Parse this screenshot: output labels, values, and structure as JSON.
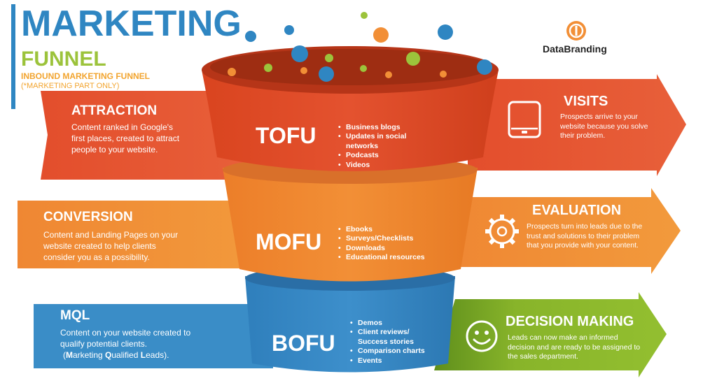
{
  "header": {
    "title": "MARKETING",
    "funnel_word": "FUNNEL",
    "subtitle": "INBOUND MARKETING FUNNEL",
    "note": "(*MARKETING PART ONLY)"
  },
  "brand": {
    "name": "DataBranding",
    "logo_icon": "databranding-logo-icon"
  },
  "left_stages": [
    {
      "title": "ATTRACTION",
      "desc_lines": [
        "Content ranked in Google's",
        "first places, created to attract",
        "people to your website."
      ]
    },
    {
      "title": "CONVERSION",
      "desc_lines": [
        "Content and Landing Pages on your",
        "website created to help clients",
        "consider you as a possibility."
      ]
    },
    {
      "title": "MQL",
      "desc_lines": [
        "Content on your website created to",
        "qualify potential clients."
      ],
      "desc_last": [
        "(",
        "M",
        "arketing ",
        "Q",
        "ualified ",
        "L",
        "eads)."
      ]
    }
  ],
  "funnel": [
    {
      "label": "TOFU",
      "items": [
        "Business blogs",
        "Updates in social",
        "networks",
        "Podcasts",
        "Videos"
      ]
    },
    {
      "label": "MOFU",
      "items": [
        "Ebooks",
        "Surveys/Checklists",
        "Downloads",
        "Educational resources"
      ]
    },
    {
      "label": "BOFU",
      "items": [
        "Demos",
        "Client reviews/",
        "Success stories",
        "Comparison charts",
        "Events"
      ]
    }
  ],
  "right_stages": [
    {
      "title": "VISITS",
      "icon": "tablet-icon",
      "desc_lines": [
        "Prospects arrive to your",
        "website because you solve",
        "their problem."
      ]
    },
    {
      "title": "EVALUATION",
      "icon": "gear-icon",
      "desc_lines": [
        "Prospects turn into leads due to the",
        "trust and solutions to their problem",
        "that you provide with your content."
      ]
    },
    {
      "title": "DECISION MAKING",
      "icon": "smiley-icon",
      "desc_lines": [
        "Leads can now make an informed",
        "decision and are ready to be assigned to",
        "the sales department."
      ]
    }
  ],
  "colors": {
    "blue": "#2f86c2",
    "green": "#9cc33b",
    "orange_title": "#f2a42e",
    "red": "#e4522f",
    "orange": "#ef8a33",
    "mql_blue": "#3a8dc7",
    "decision_green": "#8ab529"
  }
}
